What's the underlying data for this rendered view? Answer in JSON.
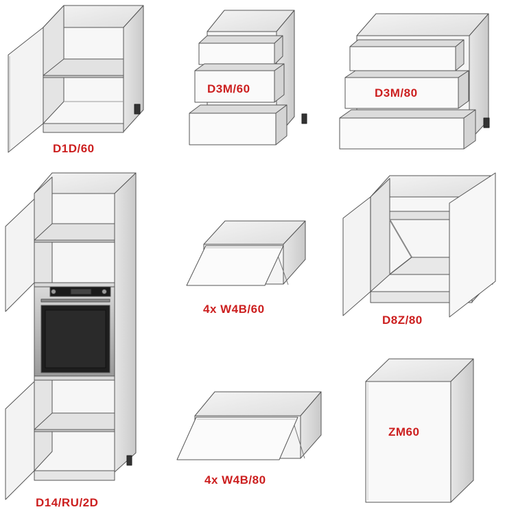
{
  "items": [
    {
      "id": "d1d60",
      "label": "D1D/60"
    },
    {
      "id": "d3m60",
      "label": "D3M/60"
    },
    {
      "id": "d3m80",
      "label": "D3M/80"
    },
    {
      "id": "d14ru2d",
      "label": "D14/RU/2D"
    },
    {
      "id": "w4b60",
      "label": "4x W4B/60"
    },
    {
      "id": "d8z80",
      "label": "D8Z/80"
    },
    {
      "id": "w4b80",
      "label": "4x W4B/80"
    },
    {
      "id": "zm60",
      "label": "ZM60"
    }
  ],
  "colors": {
    "label": "#cc1f1f",
    "line": "#555555",
    "panel": "#efefef",
    "panel_dark": "#d0d0d0",
    "oven": "#222222"
  }
}
